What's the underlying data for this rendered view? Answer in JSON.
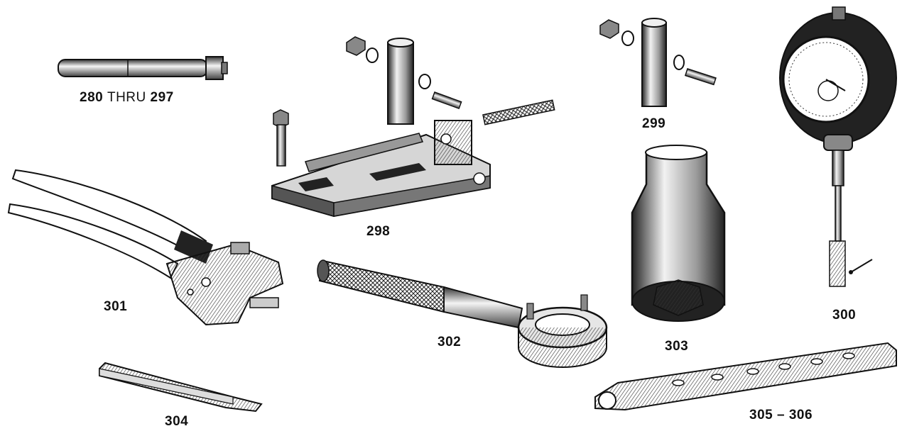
{
  "labels": {
    "tool_280_297_start": "280",
    "tool_280_297_thru": "THRU",
    "tool_280_297_end": "297",
    "tool_298": "298",
    "tool_299": "299",
    "tool_300": "300",
    "tool_301": "301",
    "tool_302": "302",
    "tool_303": "303",
    "tool_304": "304",
    "tool_305_306": "305 – 306"
  },
  "colors": {
    "ink": "#111111",
    "paper": "#ffffff",
    "shade": "#555555",
    "light": "#cfcfcf"
  }
}
